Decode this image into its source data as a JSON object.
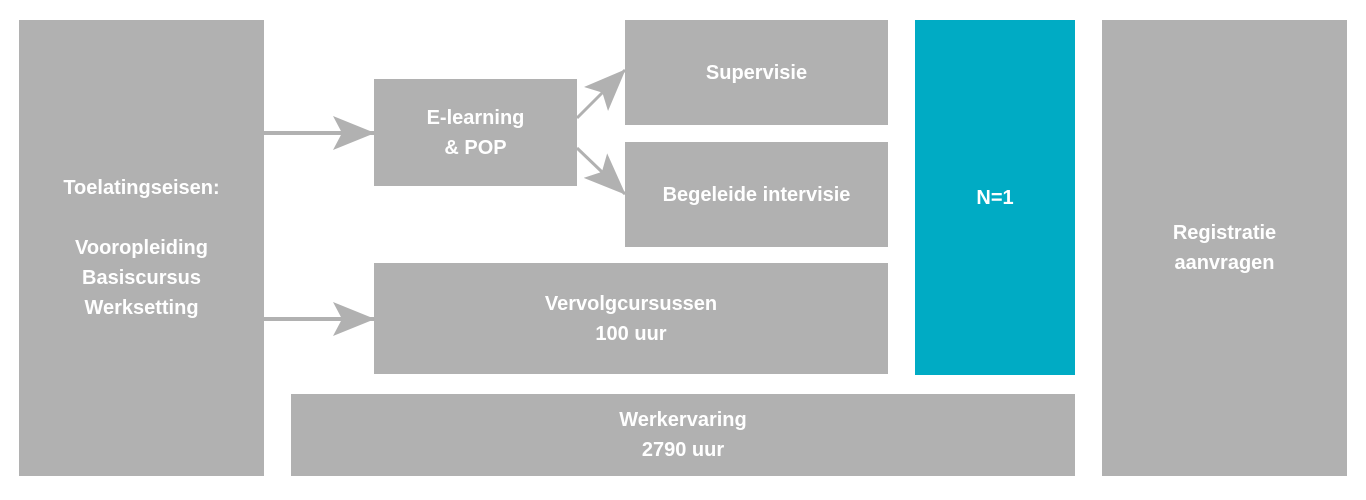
{
  "boxes": {
    "admission": {
      "title": "Toelatingseisen:",
      "items": [
        "Vooropleiding",
        "Basiscursus",
        "Werksetting"
      ]
    },
    "elearning": {
      "line1": "E-learning",
      "line2": "& POP"
    },
    "supervision": {
      "label": "Supervisie"
    },
    "intervision": {
      "label": "Begeleide intervisie"
    },
    "courses": {
      "line1": "Vervolgcursussen",
      "line2": "100 uur"
    },
    "n1": {
      "label": "N=1"
    },
    "experience": {
      "line1": "Werkervaring",
      "line2": "2790 uur"
    },
    "registration": {
      "line1": "Registratie",
      "line2": "aanvragen"
    }
  },
  "colors": {
    "box": "#b1b1b1",
    "accent": "#00abc4",
    "arrow": "#b1b1b1"
  }
}
